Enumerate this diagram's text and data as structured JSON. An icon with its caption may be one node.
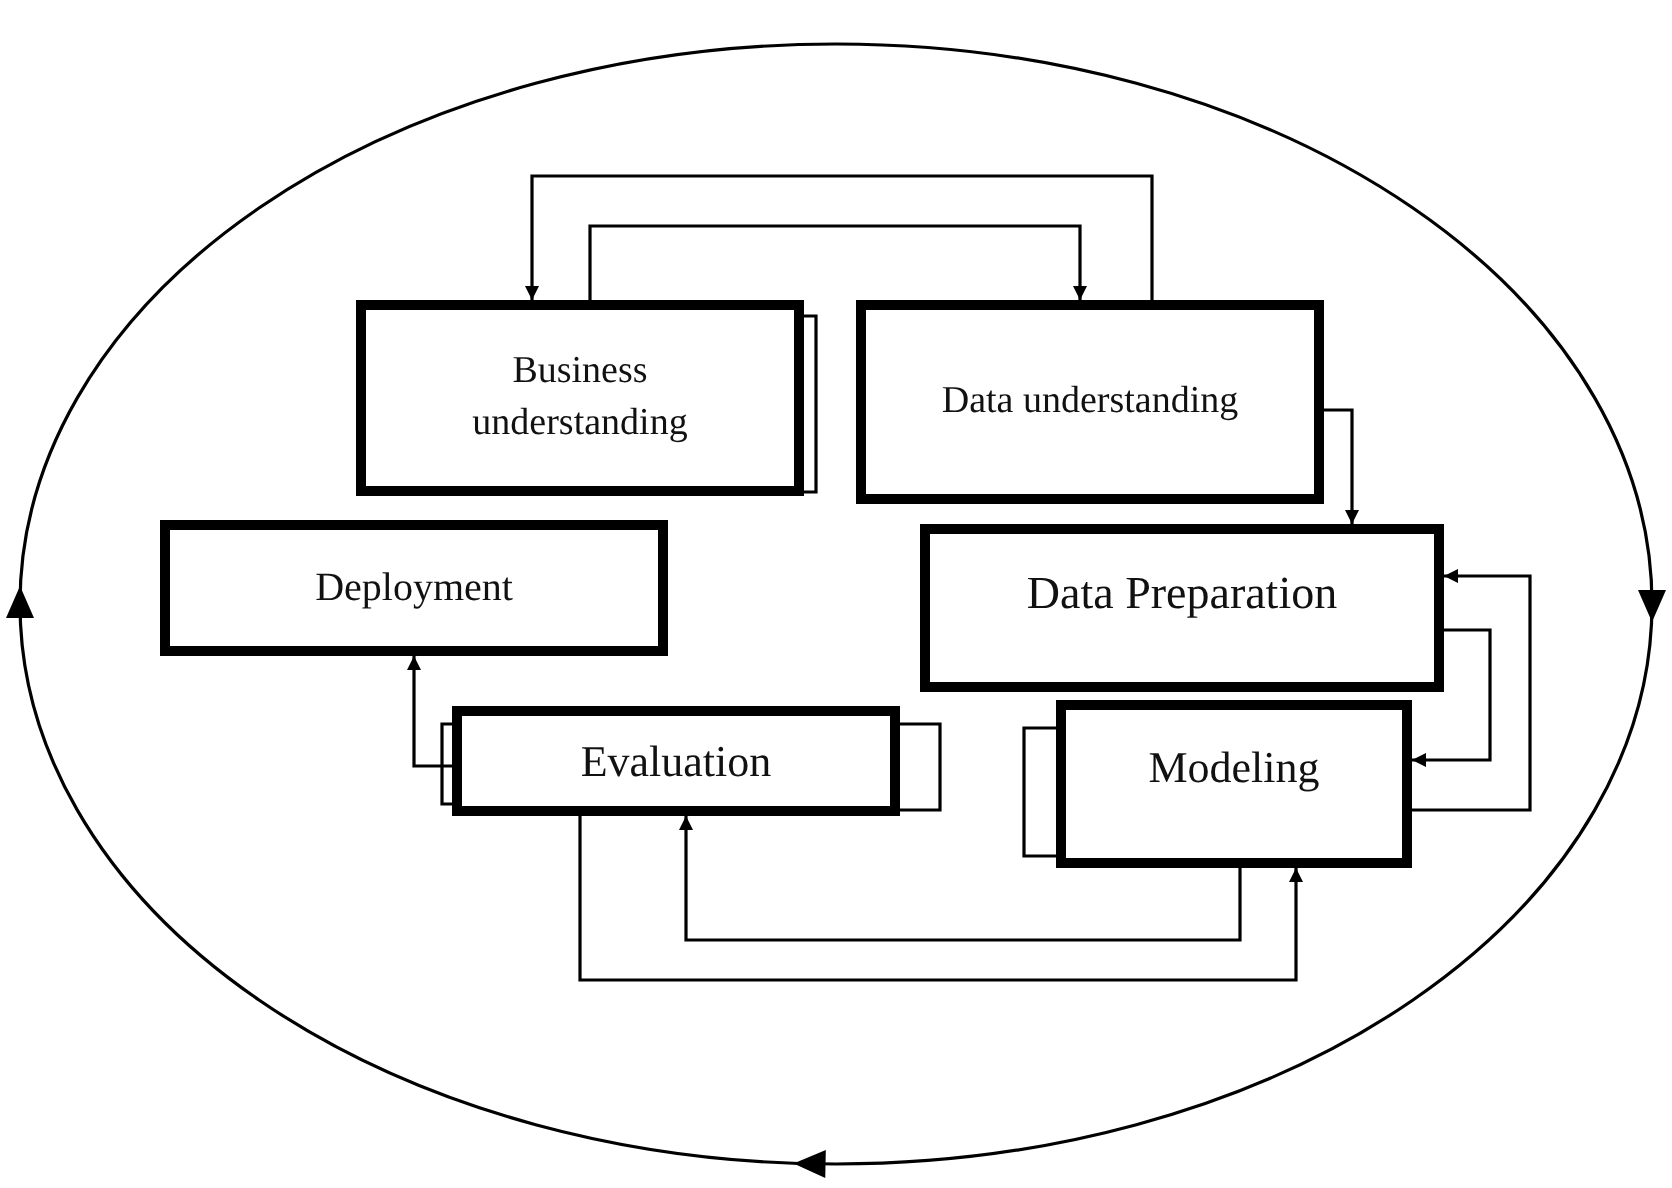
{
  "diagram": {
    "nodes": [
      {
        "text": [
          "Business understanding"
        ]
      },
      {
        "text": [
          "Data understanding"
        ]
      },
      {
        "text": [
          "Deployment"
        ]
      },
      {
        "text": [
          "Data Preparation"
        ]
      },
      {
        "text": [
          "Evaluation"
        ]
      },
      {
        "text": [
          "Modeling"
        ]
      }
    ],
    "edges": [
      {
        "from": 0,
        "to": 1,
        "arrow": "to"
      },
      {
        "from": 1,
        "to": 0,
        "arrow": "to"
      },
      {
        "from": 1,
        "to": 3,
        "arrow": "to"
      },
      {
        "from": 3,
        "to": 5,
        "arrow": "to"
      },
      {
        "from": 5,
        "to": 3,
        "arrow": "to"
      },
      {
        "from": 5,
        "to": 4,
        "arrow": "to"
      },
      {
        "from": 4,
        "to": 5,
        "arrow": "to"
      },
      {
        "from": 4,
        "to": 2,
        "arrow": "to"
      }
    ]
  }
}
